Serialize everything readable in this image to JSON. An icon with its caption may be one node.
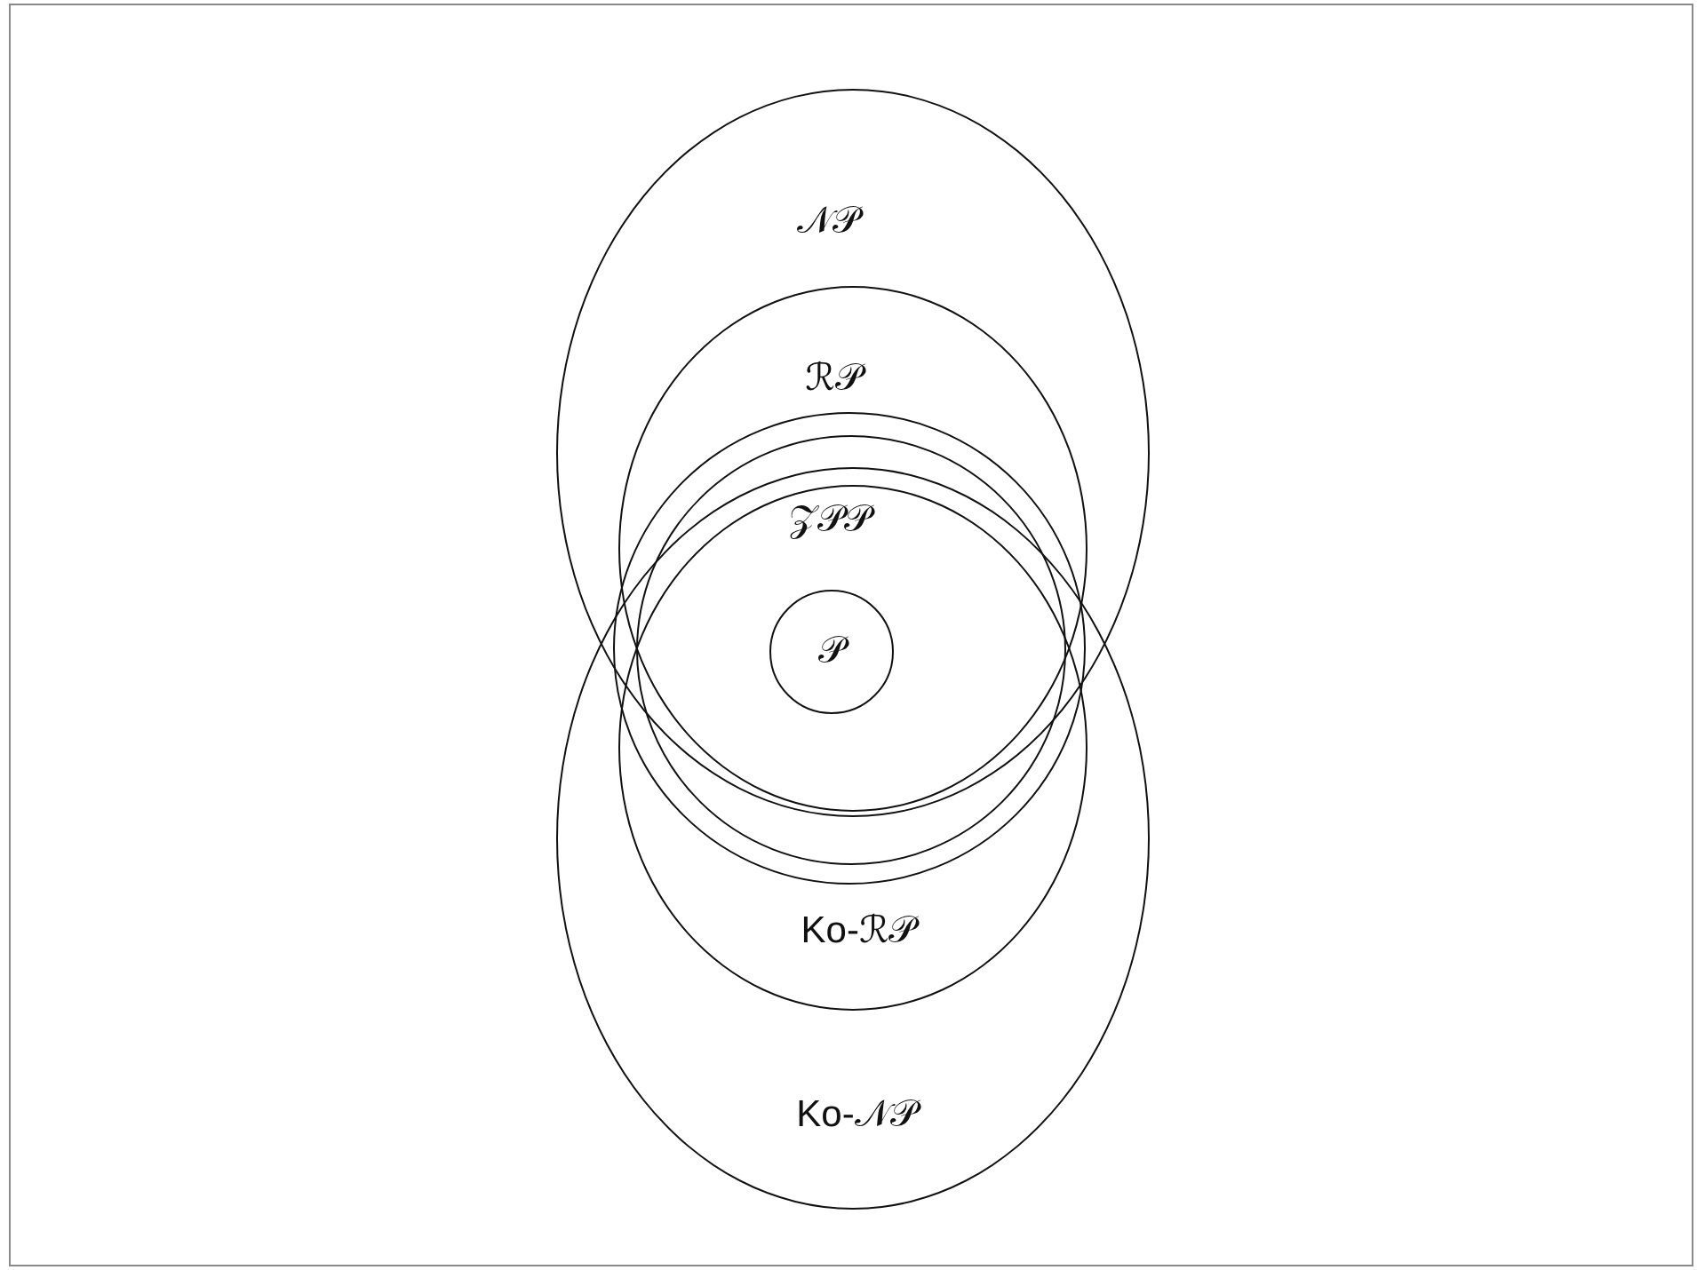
{
  "diagram": {
    "nodes": [
      {
        "text": [
          "𝒩𝒫"
        ]
      },
      {
        "text": [
          "ℛ𝒫"
        ],
        "in": 0
      },
      {
        "text": [],
        "shape": "circle"
      },
      {
        "text": [
          "𝒵𝒫𝒫"
        ],
        "in": 2
      },
      {
        "text": [
          "𝒫"
        ],
        "in": 3
      },
      {
        "text": [
          "Ko-𝒩𝒫"
        ]
      },
      {
        "text": [
          "Ko-ℛ𝒫"
        ],
        "in": 5
      }
    ]
  }
}
